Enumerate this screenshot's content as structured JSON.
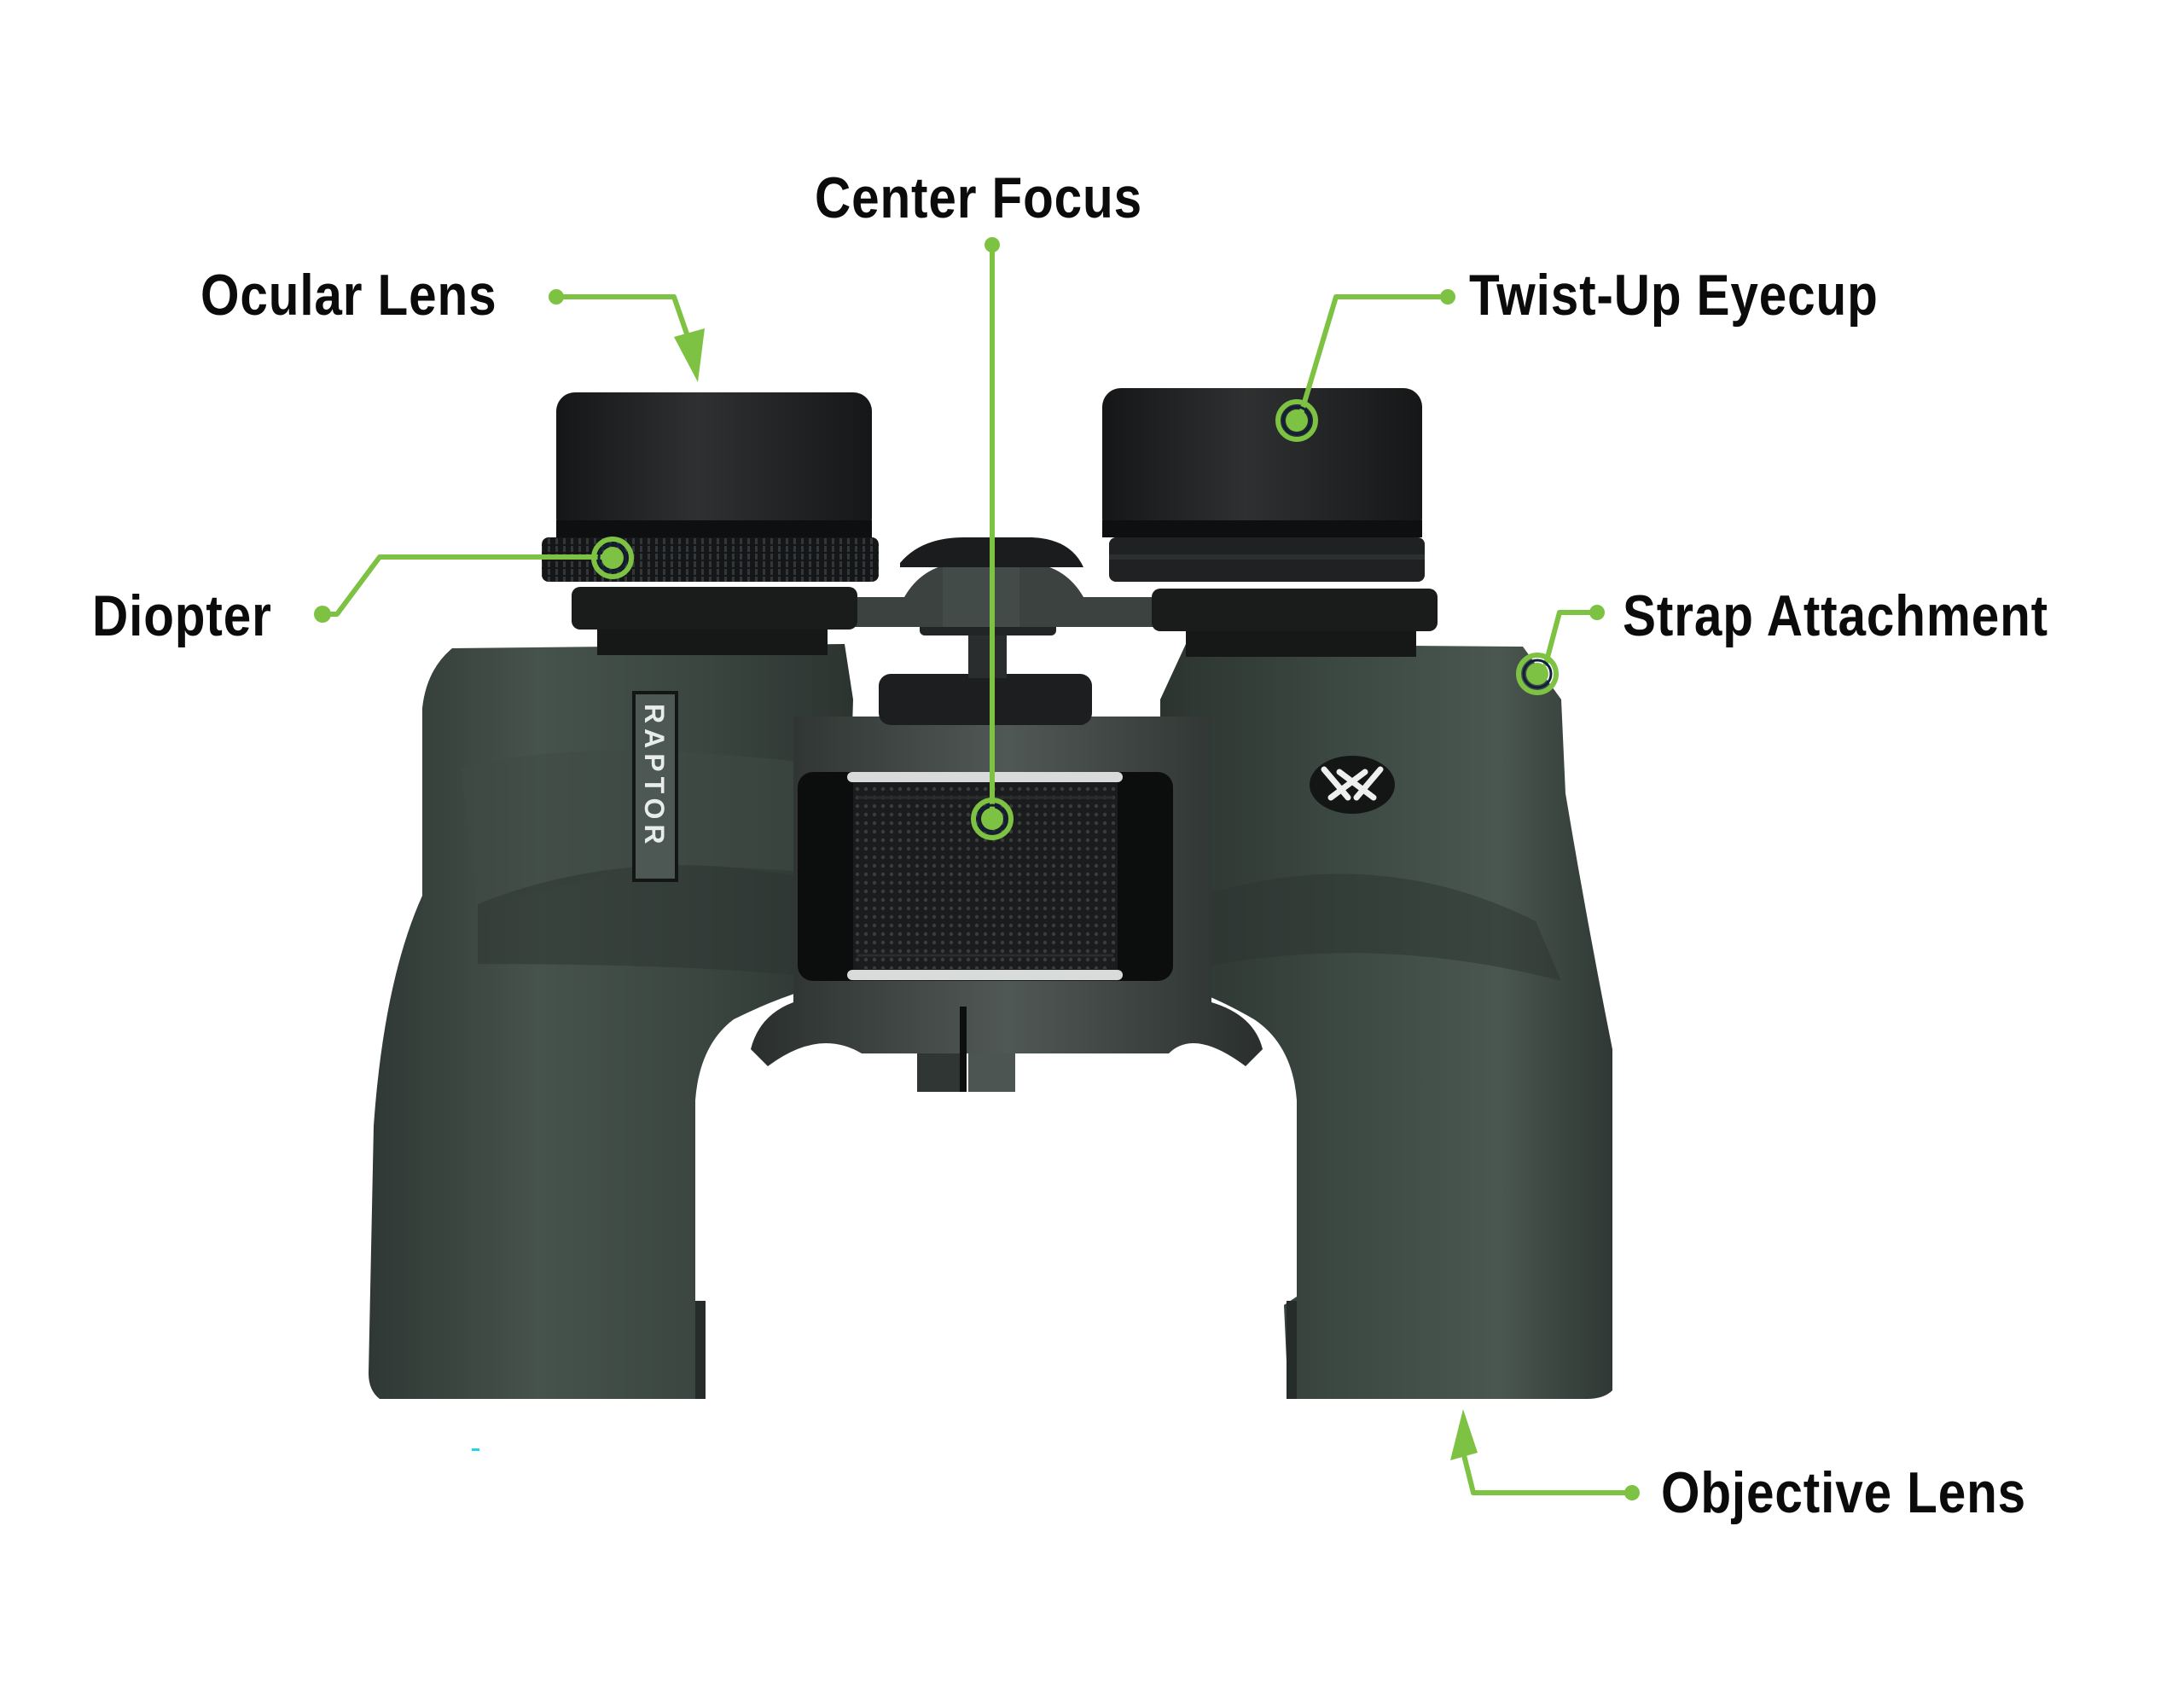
{
  "diagram": {
    "subject": "Binoculars",
    "model_plate_text": "RAPTOR",
    "brand_logo_icon": "vortex-logo-icon",
    "accent_color": "#7dc242",
    "body_color": "#3b4540",
    "eyecup_color": "#1e1f20",
    "label_color": "#0b0b0b",
    "callouts": [
      {
        "id": "center-focus",
        "label": "Center Focus"
      },
      {
        "id": "ocular-lens",
        "label": "Ocular Lens"
      },
      {
        "id": "twist-up-eyecup",
        "label": "Twist-Up Eyecup"
      },
      {
        "id": "diopter",
        "label": "Diopter"
      },
      {
        "id": "strap-attachment",
        "label": "Strap Attachment"
      },
      {
        "id": "objective-lens",
        "label": "Objective Lens"
      }
    ]
  }
}
